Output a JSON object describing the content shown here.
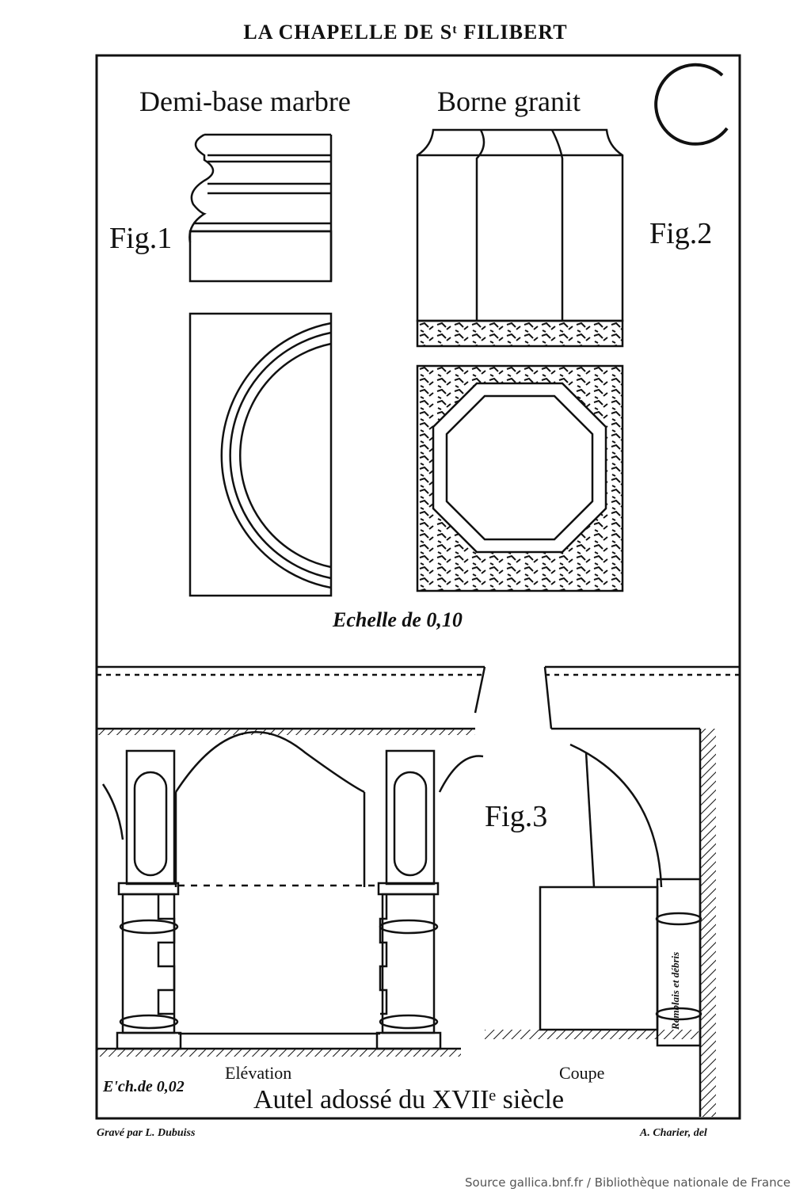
{
  "plate": {
    "title": "LA CHAPELLE DE Sᵗ FILIBERT",
    "plate_letter": "C"
  },
  "figures": {
    "fig1": {
      "label": "Fig.1",
      "caption": "Demi-base marbre"
    },
    "fig2": {
      "label": "Fig.2",
      "caption": "Borne granit"
    },
    "fig3": {
      "label": "Fig.3"
    }
  },
  "scales": {
    "upper": "Echelle de 0,10",
    "lower": "E'ch.de 0,02"
  },
  "fig3": {
    "elevation_label": "Elévation",
    "section_label": "Coupe",
    "caption": "Autel adossé du XVIIᵉ siècle",
    "fill_note": "Remblais et débris"
  },
  "credits": {
    "engraver": "Gravé par L. Dubuiss",
    "draftsman": "A. Charier, del"
  },
  "source": "Source gallica.bnf.fr / Bibliothèque nationale de France",
  "colors": {
    "ink": "#111111",
    "paper": "#ffffff",
    "source_text": "#555555"
  }
}
